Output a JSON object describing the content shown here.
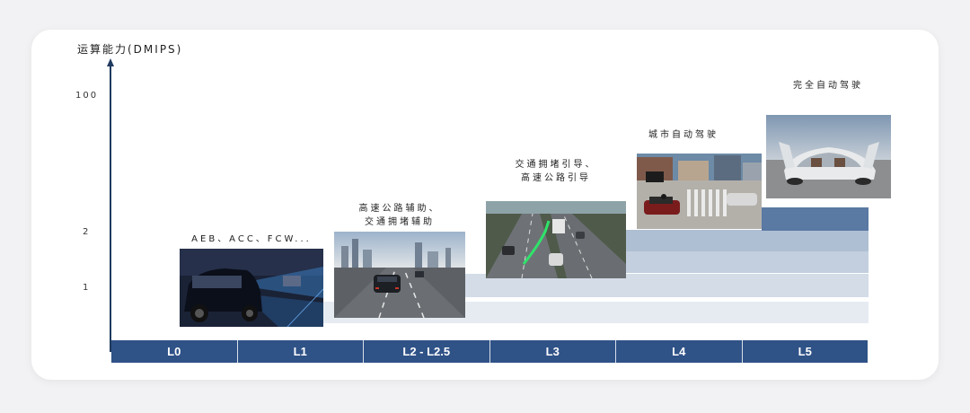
{
  "y_axis": {
    "label": "运算能力(DMIPS)",
    "ticks": [
      "100",
      "2",
      "1"
    ]
  },
  "levels": [
    "L0",
    "L1",
    "L2 - L2.5",
    "L3",
    "L4",
    "L5"
  ],
  "stages": {
    "l0": [
      "AEB、ACC、FCW..."
    ],
    "l2": [
      "高速公路辅助、",
      "交通拥堵辅助"
    ],
    "l3": [
      "交通拥堵引导、",
      "高速公路引导"
    ],
    "l4": [
      "城市自动驾驶"
    ],
    "l5": [
      "完全自动驾驶"
    ]
  },
  "colors": {
    "axis": "#1f3a5f",
    "level_bar": "#2f5287",
    "band_light": "#e6ebf2",
    "band_mid": "#d3dce7",
    "band_dark": "#afbfd3",
    "band_top": "#5a79a3"
  }
}
